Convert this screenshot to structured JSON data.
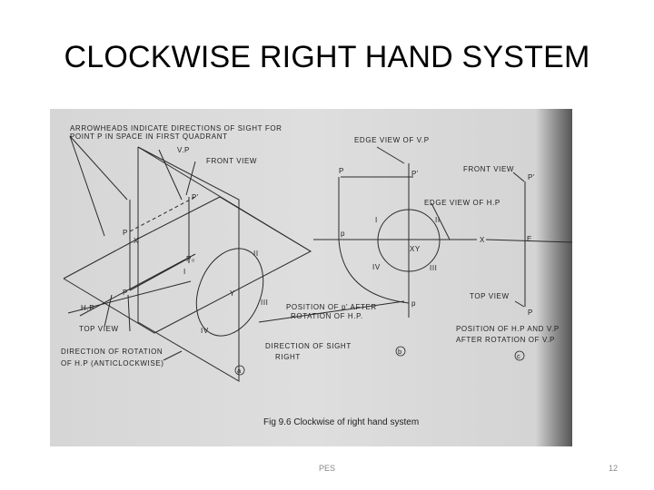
{
  "slide": {
    "title": "CLOCKWISE RIGHT HAND SYSTEM",
    "footer_center": "PES",
    "page_number": "12"
  },
  "figure": {
    "caption": "Fig 9.6  Clockwise of right hand system",
    "panel_a": {
      "note_line1": "ARROWHEADS  INDICATE DIRECTIONS OF SIGHT FOR",
      "note_line2": "POINT P IN  SPACE IN  FIRST  QUADRANT",
      "vp": "V.P",
      "front_view": "FRONT VIEW",
      "hp": "H.P",
      "top_view": "TOP VIEW",
      "rotation_line1": "DIRECTION OF ROTATION",
      "rotation_line2": "OF H.P (ANTICLOCKWISE)",
      "p": "P",
      "p_front": "P'",
      "p_top": "P",
      "po": "P₀",
      "x": "X",
      "y": "Y",
      "q1": "I",
      "q2": "II",
      "q3": "III",
      "q4": "IV",
      "tag": "a"
    },
    "panel_b": {
      "edge_vp": "EDGE VIEW OF V.P",
      "edge_hp": "EDGE VIEW OF H.P",
      "p": "P",
      "p_prime": "P'",
      "p_left": "p",
      "p_bottom": "p",
      "x": "X",
      "xy": "XY",
      "q1": "I",
      "q2": "II",
      "q3": "III",
      "q4": "IV",
      "position_line1": "POSITION OF p' AFTER",
      "position_line2": "ROTATION OF H.P.",
      "sight_line1": "DIRECTION OF SIGHT",
      "sight_line2": "RIGHT",
      "tag": "b"
    },
    "panel_c": {
      "front_view": "FRONT VIEW",
      "top_view": "TOP VIEW",
      "p_prime": "P'",
      "p": "P",
      "e": "E",
      "position_line1": "POSITION OF H.P AND V.P",
      "position_line2": "AFTER ROTATION OF V.P",
      "tag": "c"
    }
  },
  "colors": {
    "scan_background": "#dadada",
    "ink": "#2a2a2a"
  }
}
